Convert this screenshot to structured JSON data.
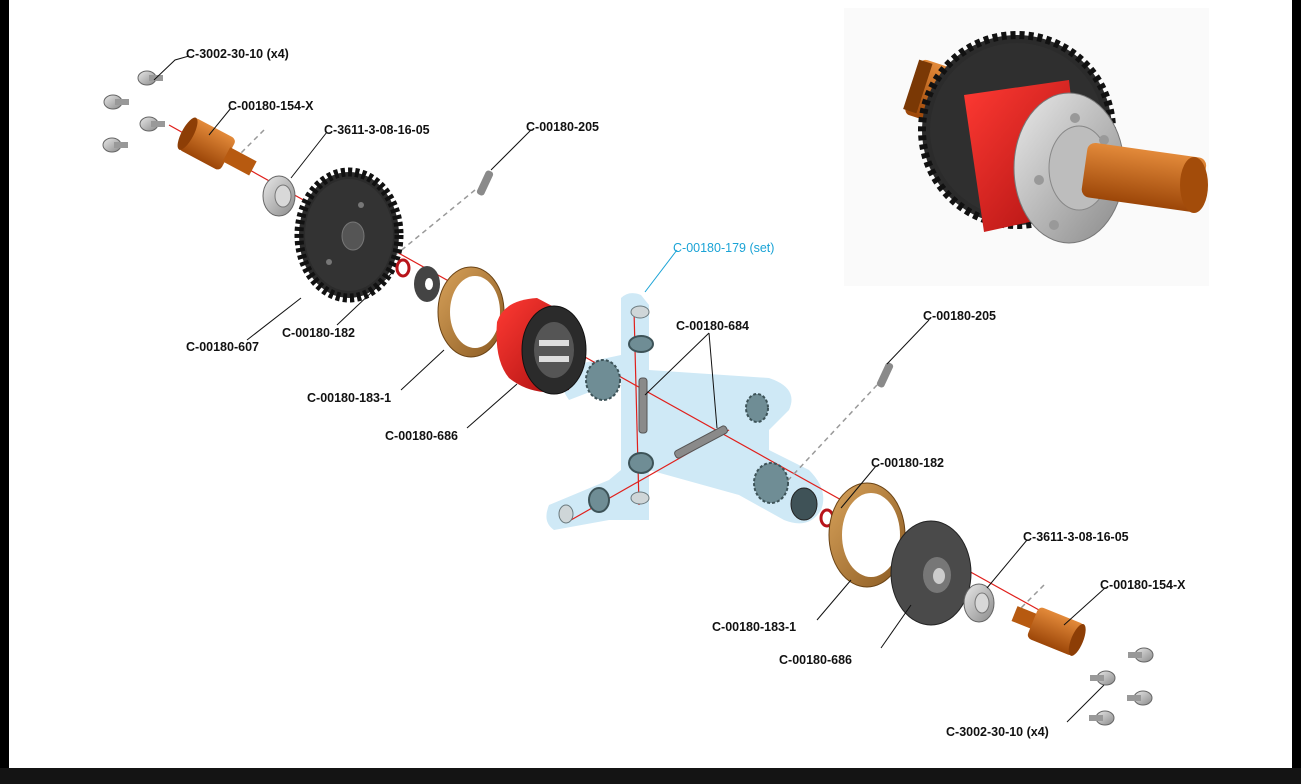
{
  "labels": {
    "screws_top": "C-3002-30-10 (x4)",
    "outdrive_top": "C-00180-154-X",
    "bearing_top": "C-3611-3-08-16-05",
    "pin_top": "C-00180-205",
    "spur_gear": "C-00180-607",
    "oring_top": "C-00180-182",
    "gasket_top": "C-00180-183-1",
    "case_top": "C-00180-686",
    "gear_set": "C-00180-179 (set)",
    "cross_pin": "C-00180-684",
    "pin_bottom": "C-00180-205",
    "oring_bottom": "C-00180-182",
    "bearing_bottom": "C-3611-3-08-16-05",
    "outdrive_bottom": "C-00180-154-X",
    "gasket_bottom": "C-00180-183-1",
    "case_bottom": "C-00180-686",
    "screws_bottom": "C-3002-30-10 (x4)"
  },
  "colors": {
    "label_text": "#111111",
    "set_highlight": "#1aa3d6",
    "set_region": "#cfe9f6",
    "axis_line": "#e0201c",
    "outdrive": "#c8620f",
    "case_red": "#d42020",
    "gasket": "#b4772f",
    "gear_dark": "#2a2a2a",
    "bevel_gear": "#6f8d95"
  },
  "icons": [
    "screw-icon",
    "outdrive-icon",
    "bearing-icon",
    "spur-gear-icon",
    "o-ring-icon",
    "washer-icon",
    "gasket-icon",
    "diff-case-icon",
    "bevel-gear-icon",
    "pin-icon",
    "case-cap-icon"
  ]
}
